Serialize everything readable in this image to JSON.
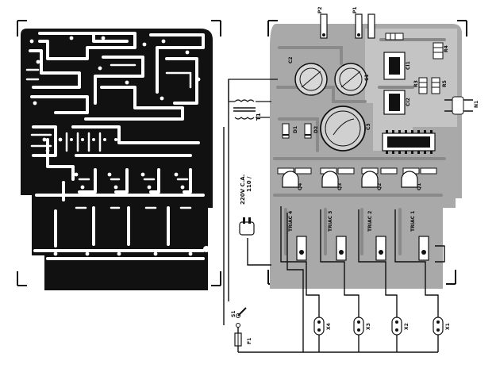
{
  "diagram": {
    "copper_view": {
      "kind": "pcb-copper-traces"
    },
    "component_view": {
      "kind": "pcb-component-layout",
      "labels": {
        "p1": "P1",
        "p2": "P2",
        "c1": "C1",
        "c2": "C2",
        "c3": "C3",
        "r3": "R3",
        "r4": "R4",
        "r5": "R5",
        "d1": "D1",
        "d2": "D2",
        "ci1": "CI1",
        "ci2": "CI2",
        "t1": "T1",
        "triac1": "TRIAC 1",
        "triac2": "TRIAC 2",
        "triac3": "TRIAC 3",
        "triac4": "TRIAC 4",
        "q1": "Q1",
        "q2": "Q2",
        "q3": "Q3",
        "q4": "Q4",
        "mains_line1": "110 /",
        "mains_line2": "220V C.A.",
        "s1": "S1",
        "f1": "F1",
        "x1": "X1",
        "x2": "X2",
        "x3": "X3",
        "x4": "X4",
        "n1": "N1"
      }
    }
  }
}
